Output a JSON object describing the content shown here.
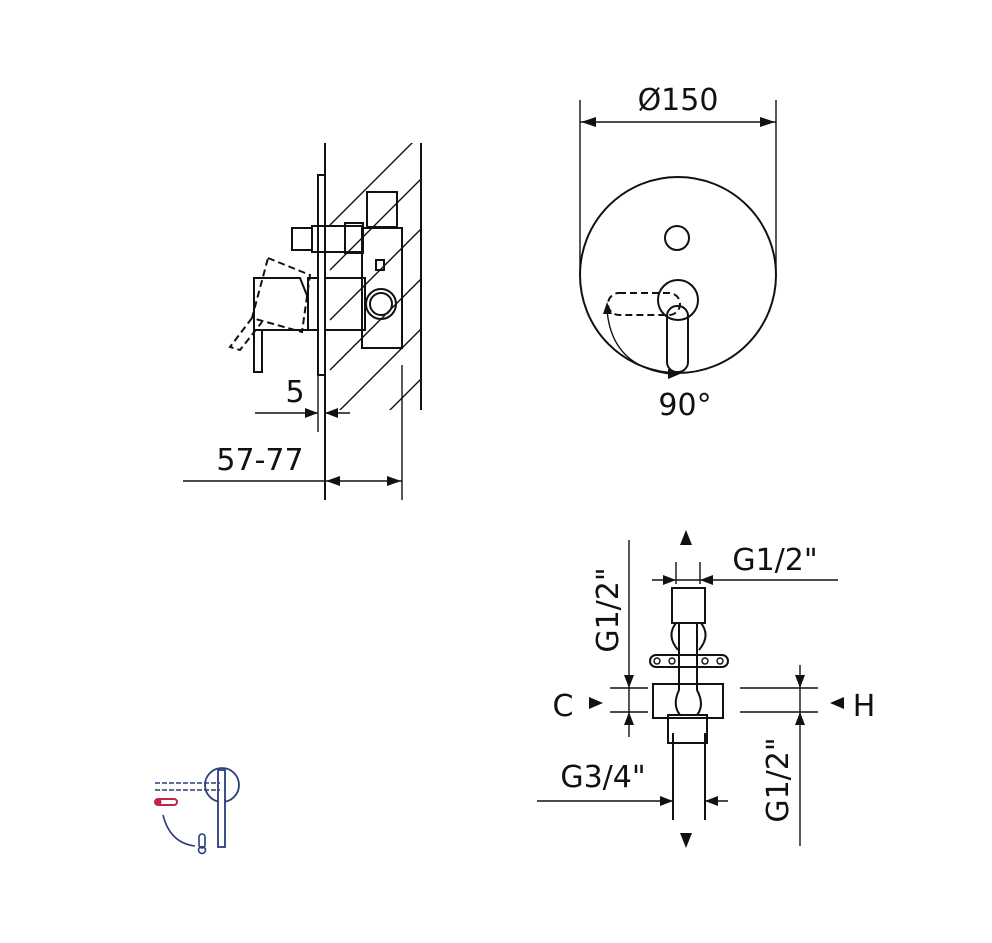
{
  "side_view": {
    "plate_offset": "5",
    "depth_range": "57-77"
  },
  "front_view": {
    "diameter": "Ø150",
    "rotation_angle": "90°"
  },
  "connections_view": {
    "top_outlet": "G1/2\"",
    "left_inlet_size": "G1/2\"",
    "right_inlet_size": "G1/2\"",
    "bottom_outlet": "G3/4\"",
    "cold_label": "C",
    "hot_label": "H"
  },
  "colors": {
    "line": "#111111",
    "icon_blue": "#2a3d7c",
    "icon_red": "#c0264a"
  }
}
